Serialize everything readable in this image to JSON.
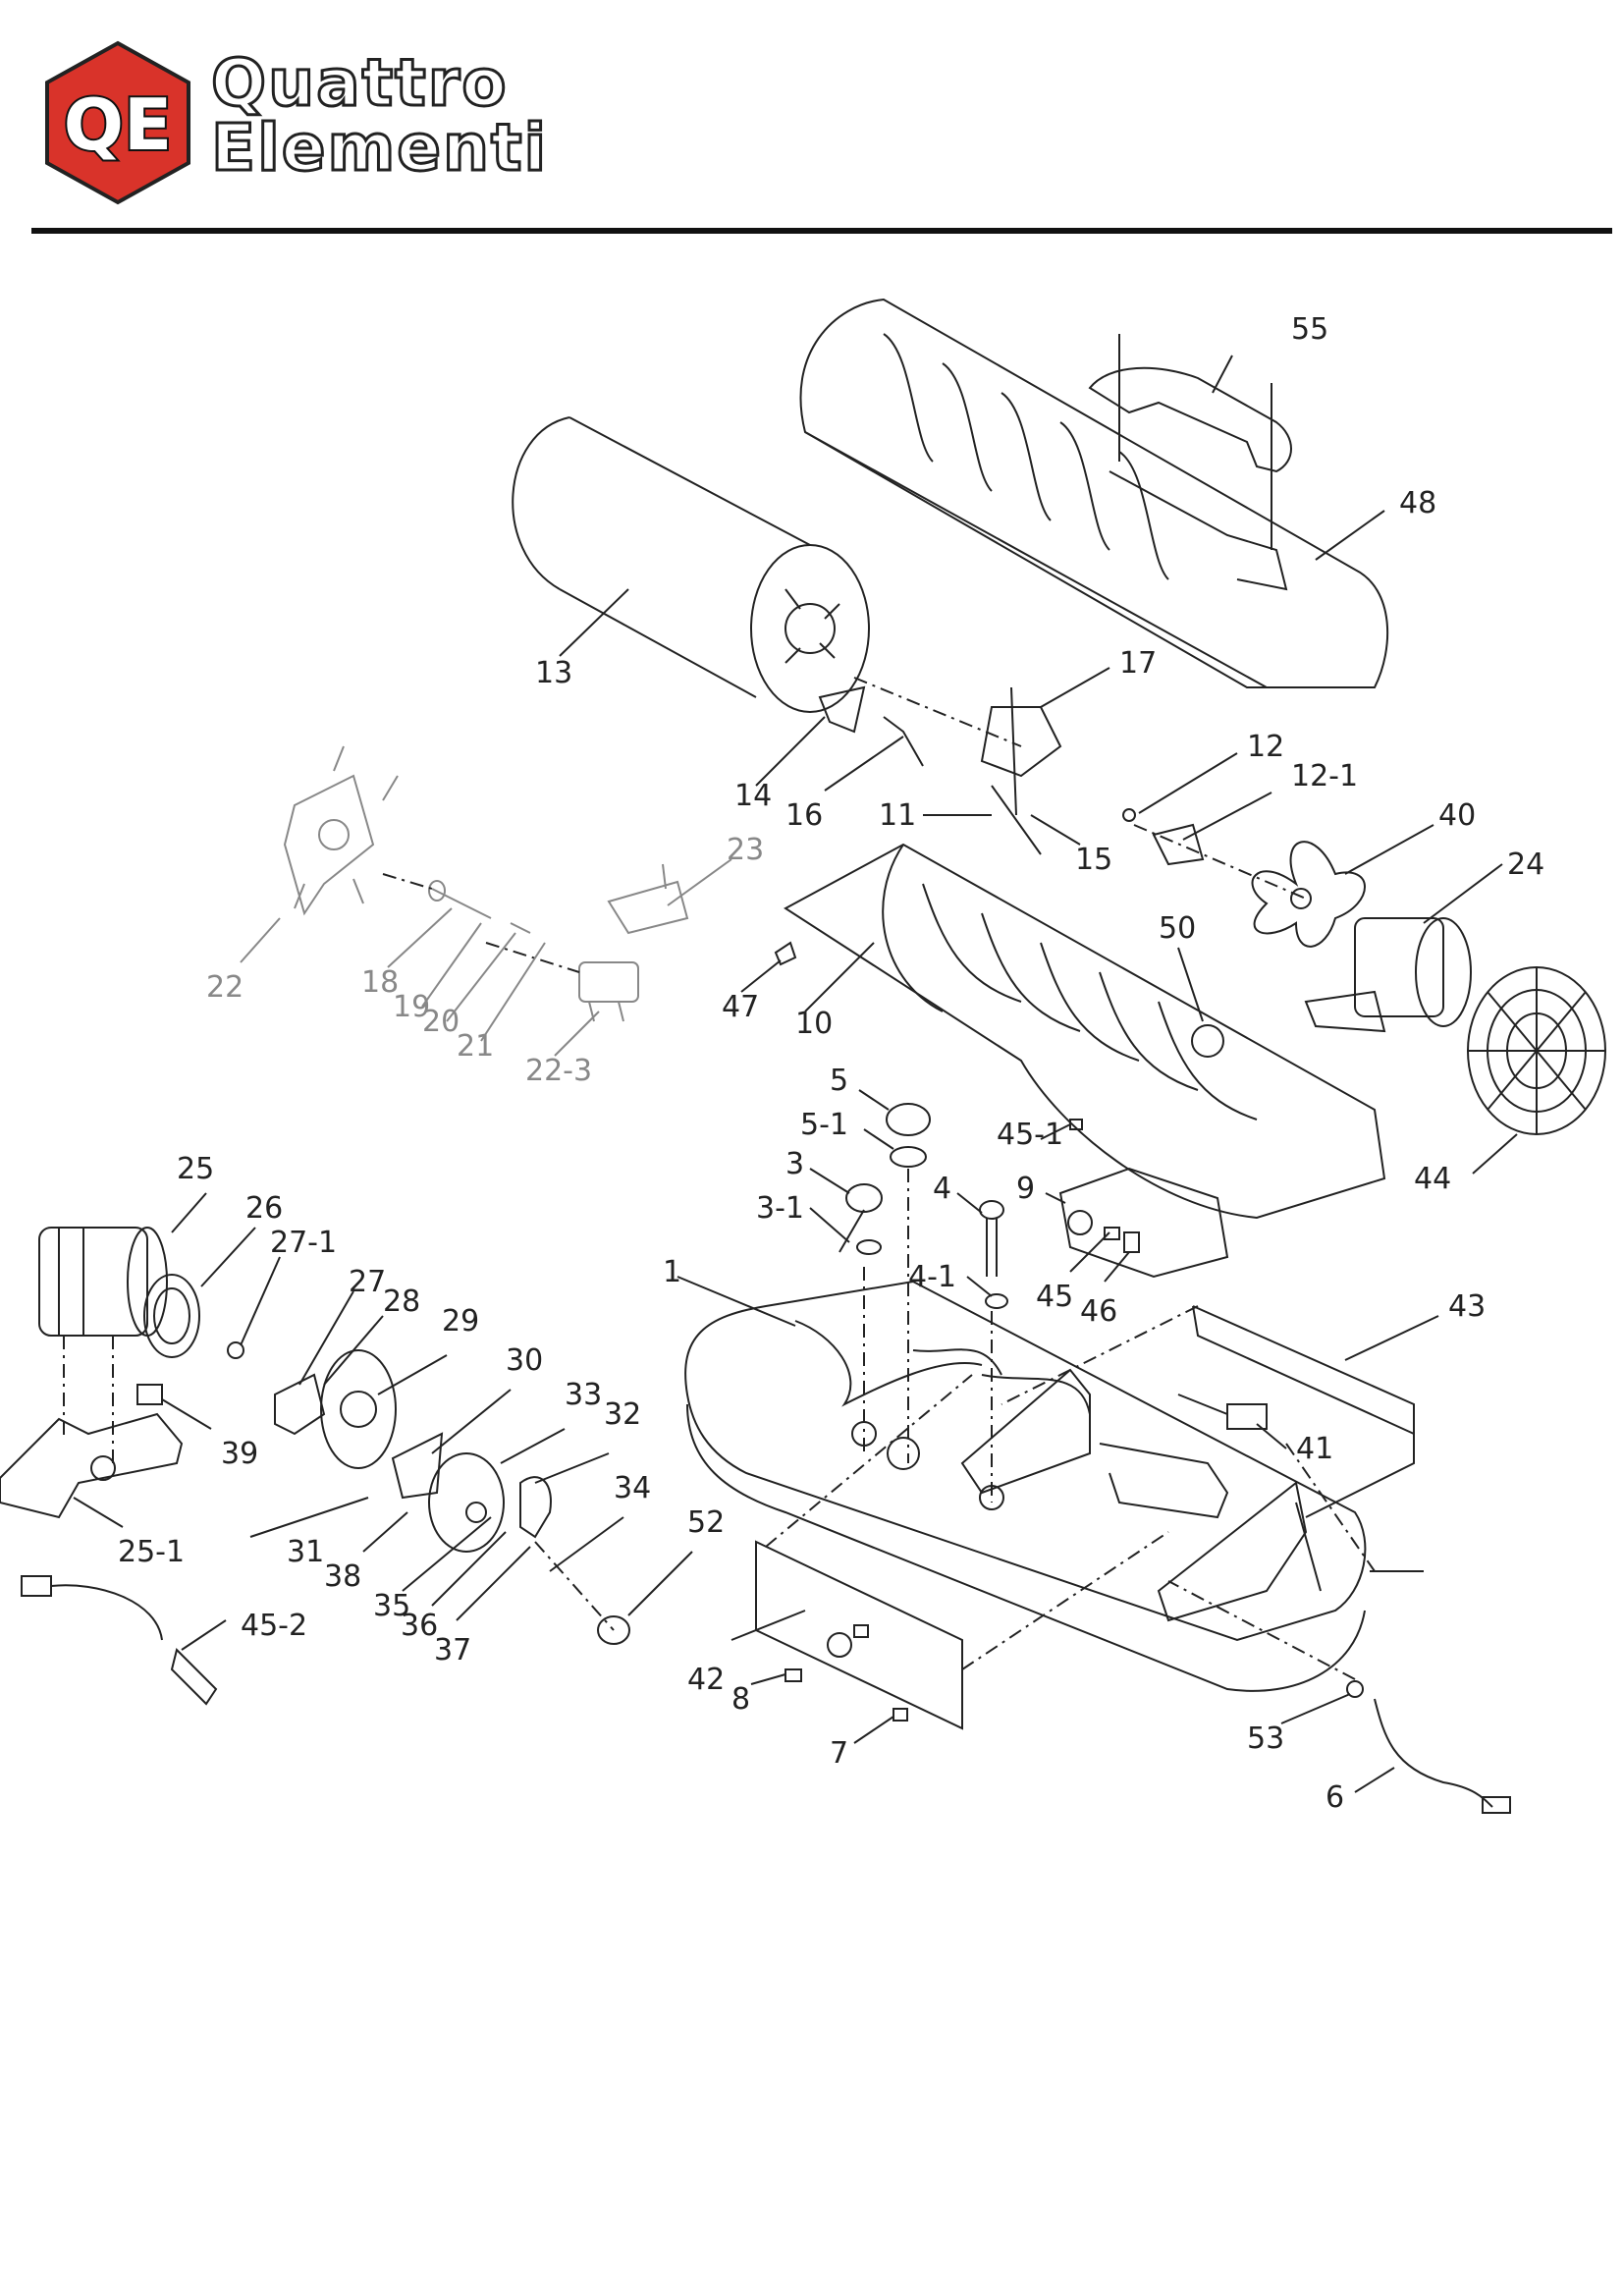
{
  "brand": {
    "logo_letters": "QE",
    "name_line1": "Quattro",
    "name_line2": "Elementi",
    "colors": {
      "hex_red": "#d9332a",
      "rule": "#111111"
    }
  },
  "labels": {
    "p1": "1",
    "p3": "3",
    "p3_1": "3-1",
    "p4": "4",
    "p4_1": "4-1",
    "p5": "5",
    "p5_1": "5-1",
    "p6": "6",
    "p7": "7",
    "p8": "8",
    "p9": "9",
    "p10": "10",
    "p11": "11",
    "p12": "12",
    "p12_1": "12-1",
    "p13": "13",
    "p14": "14",
    "p15": "15",
    "p16": "16",
    "p17": "17",
    "p18": "18",
    "p19": "19",
    "p20": "20",
    "p21": "21",
    "p22": "22",
    "p22_3": "22-3",
    "p23": "23",
    "p24": "24",
    "p25": "25",
    "p25_1": "25-1",
    "p26": "26",
    "p27": "27",
    "p27_1": "27-1",
    "p28": "28",
    "p29": "29",
    "p30": "30",
    "p31": "31",
    "p32": "32",
    "p33": "33",
    "p34": "34",
    "p35": "35",
    "p36": "36",
    "p37": "37",
    "p38": "38",
    "p39": "39",
    "p40": "40",
    "p41": "41",
    "p42": "42",
    "p43": "43",
    "p44": "44",
    "p45": "45",
    "p45_1": "45-1",
    "p45_2": "45-2",
    "p46": "46",
    "p47": "47",
    "p48": "48",
    "p50": "50",
    "p52": "52",
    "p53": "53",
    "p55": "55"
  }
}
